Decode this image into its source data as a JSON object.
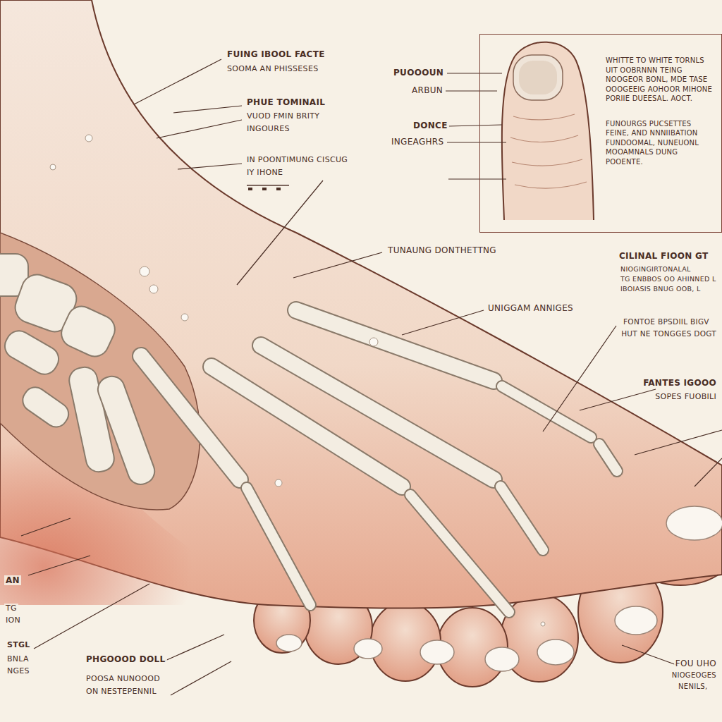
{
  "diagram": {
    "nodes": [
      {
        "text": [
          "WHITTE TO WHITE TORNLS UIT OOBRNNN TEING NOOGEOR BONL, MDE TASE OOOGEEIG AOHOOR MIHONE PORIIE DUEESAL. AOCT.",
          "FUNOURGS PUCSETTES FEINE, AND NNNIIBATION FUNDOOMAL, NUNEUONL MOOAMNALS DUNG POOENTE."
        ]
      }
    ],
    "labels": [
      "FUING IBOOL FACTE",
      "SOOMA AN PHISSESES",
      "PHUE TOMINAIL",
      "VUOD FMIN BRITY",
      "INGOURES",
      "IN POONTIMUNG CISCUG",
      "IY IHONE",
      "TUNAUNG DONTHETTNG",
      "UNIGGAM ANNIGES",
      "PUOOOUN",
      "ARBUN",
      "DONCE",
      "INGEAGHRS",
      "CILINAL FIOON GT",
      "NIOGINGIRTONALAL",
      "TG ENBBOS OO AHINNED L",
      "IBOIASIS BNUG OOB, L",
      "FONTOE BPSDIIL BIGV",
      "HUT NE TONGGES DOGT",
      "FANTES IGOOO",
      "SOPES FUOBILI",
      "FOU UHO",
      "NIOGEOGES",
      "NENILS,",
      "PHGOOOD DOLL",
      "POOSA NUNOOOD",
      "ON NESTEPENNIL",
      "AN",
      "TG",
      "ION",
      "STGL",
      "BNLA",
      "NGES"
    ]
  }
}
